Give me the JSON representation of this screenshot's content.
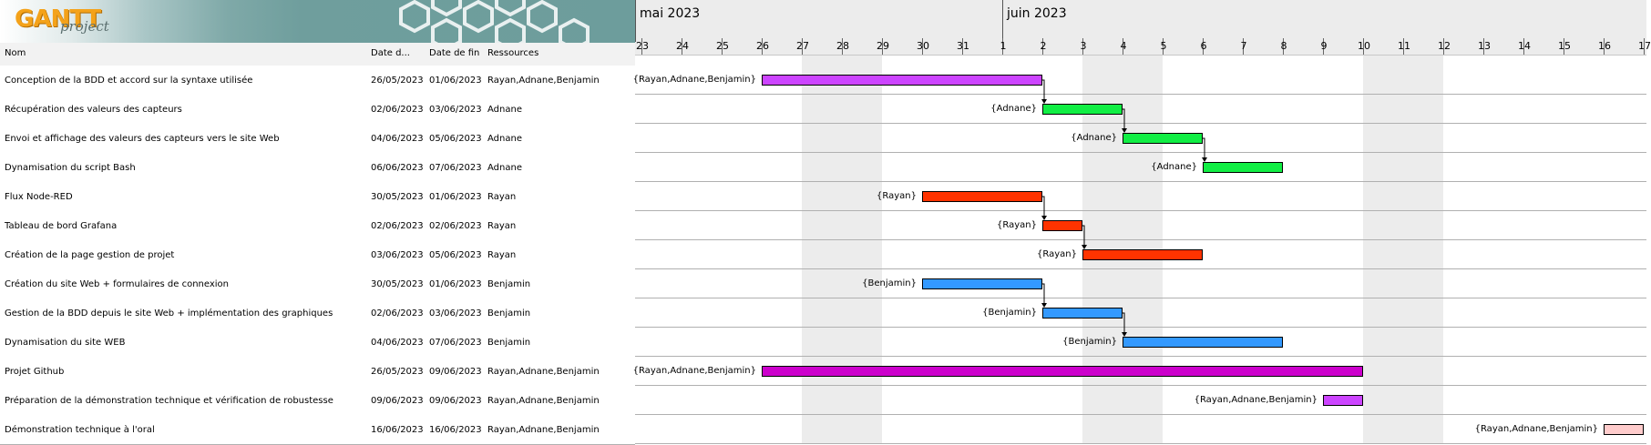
{
  "app": {
    "logo_text": "GANTT",
    "logo_sub": "project"
  },
  "table": {
    "headers": {
      "name": "Nom",
      "start": "Date d...",
      "end": "Date de fin",
      "resources": "Ressources"
    }
  },
  "timeline": {
    "months": [
      {
        "label": "mai 2023"
      },
      {
        "label": "juin 2023"
      }
    ],
    "days": [
      "23",
      "24",
      "25",
      "26",
      "27",
      "28",
      "29",
      "30",
      "31",
      "1",
      "2",
      "3",
      "4",
      "5",
      "6",
      "7",
      "8",
      "9",
      "10",
      "11",
      "12",
      "13",
      "14",
      "15",
      "16",
      "17"
    ]
  },
  "tasks": [
    {
      "name": "Conception de la BDD et accord sur la syntaxe utilisée",
      "start": "26/05/2023",
      "end": "01/06/2023",
      "resources": "Rayan,Adnane,Benjamin",
      "label": "{Rayan,Adnane,Benjamin}",
      "color": "#cc44ff",
      "s": 3,
      "e": 10
    },
    {
      "name": "Récupération des valeurs des capteurs",
      "start": "02/06/2023",
      "end": "03/06/2023",
      "resources": "Adnane",
      "label": "{Adnane}",
      "color": "#11ee44",
      "s": 10,
      "e": 12
    },
    {
      "name": "Envoi et affichage des valeurs des capteurs vers le site Web",
      "start": "04/06/2023",
      "end": "05/06/2023",
      "resources": "Adnane",
      "label": "{Adnane}",
      "color": "#11ee44",
      "s": 12,
      "e": 14
    },
    {
      "name": "Dynamisation du script Bash",
      "start": "06/06/2023",
      "end": "07/06/2023",
      "resources": "Adnane",
      "label": "{Adnane}",
      "color": "#11ee44",
      "s": 14,
      "e": 16
    },
    {
      "name": "Flux Node-RED",
      "start": "30/05/2023",
      "end": "01/06/2023",
      "resources": "Rayan",
      "label": "{Rayan}",
      "color": "#ff3300",
      "s": 7,
      "e": 10
    },
    {
      "name": "Tableau de bord Grafana",
      "start": "02/06/2023",
      "end": "02/06/2023",
      "resources": "Rayan",
      "label": "{Rayan}",
      "color": "#ff3300",
      "s": 10,
      "e": 11
    },
    {
      "name": "Création de la page gestion de projet",
      "start": "03/06/2023",
      "end": "05/06/2023",
      "resources": "Rayan",
      "label": "{Rayan}",
      "color": "#ff3300",
      "s": 11,
      "e": 14
    },
    {
      "name": "Création du site Web + formulaires de connexion",
      "start": "30/05/2023",
      "end": "01/06/2023",
      "resources": "Benjamin",
      "label": "{Benjamin}",
      "color": "#3399ff",
      "s": 7,
      "e": 10
    },
    {
      "name": "Gestion de la BDD depuis le site Web + implémentation des graphiques",
      "start": "02/06/2023",
      "end": "03/06/2023",
      "resources": "Benjamin",
      "label": "{Benjamin}",
      "color": "#3399ff",
      "s": 10,
      "e": 12
    },
    {
      "name": "Dynamisation du site WEB",
      "start": "04/06/2023",
      "end": "07/06/2023",
      "resources": "Benjamin",
      "label": "{Benjamin}",
      "color": "#3399ff",
      "s": 12,
      "e": 16
    },
    {
      "name": "Projet Github",
      "start": "26/05/2023",
      "end": "09/06/2023",
      "resources": "Rayan,Adnane,Benjamin",
      "label": "{Rayan,Adnane,Benjamin}",
      "color": "#cc00cc",
      "s": 3,
      "e": 18
    },
    {
      "name": "Préparation de la démonstration technique et vérification de robustesse",
      "start": "09/06/2023",
      "end": "09/06/2023",
      "resources": "Rayan,Adnane,Benjamin",
      "label": "{Rayan,Adnane,Benjamin}",
      "color": "#cc44ff",
      "s": 17,
      "e": 18
    },
    {
      "name": "Démonstration technique à l'oral",
      "start": "16/06/2023",
      "end": "16/06/2023",
      "resources": "Rayan,Adnane,Benjamin",
      "label": "{Rayan,Adnane,Benjamin}",
      "color": "#ffcccc",
      "s": 24,
      "e": 25
    }
  ],
  "dependencies": [
    [
      0,
      1
    ],
    [
      1,
      2
    ],
    [
      2,
      3
    ],
    [
      4,
      5
    ],
    [
      5,
      6
    ],
    [
      7,
      8
    ],
    [
      8,
      9
    ]
  ]
}
